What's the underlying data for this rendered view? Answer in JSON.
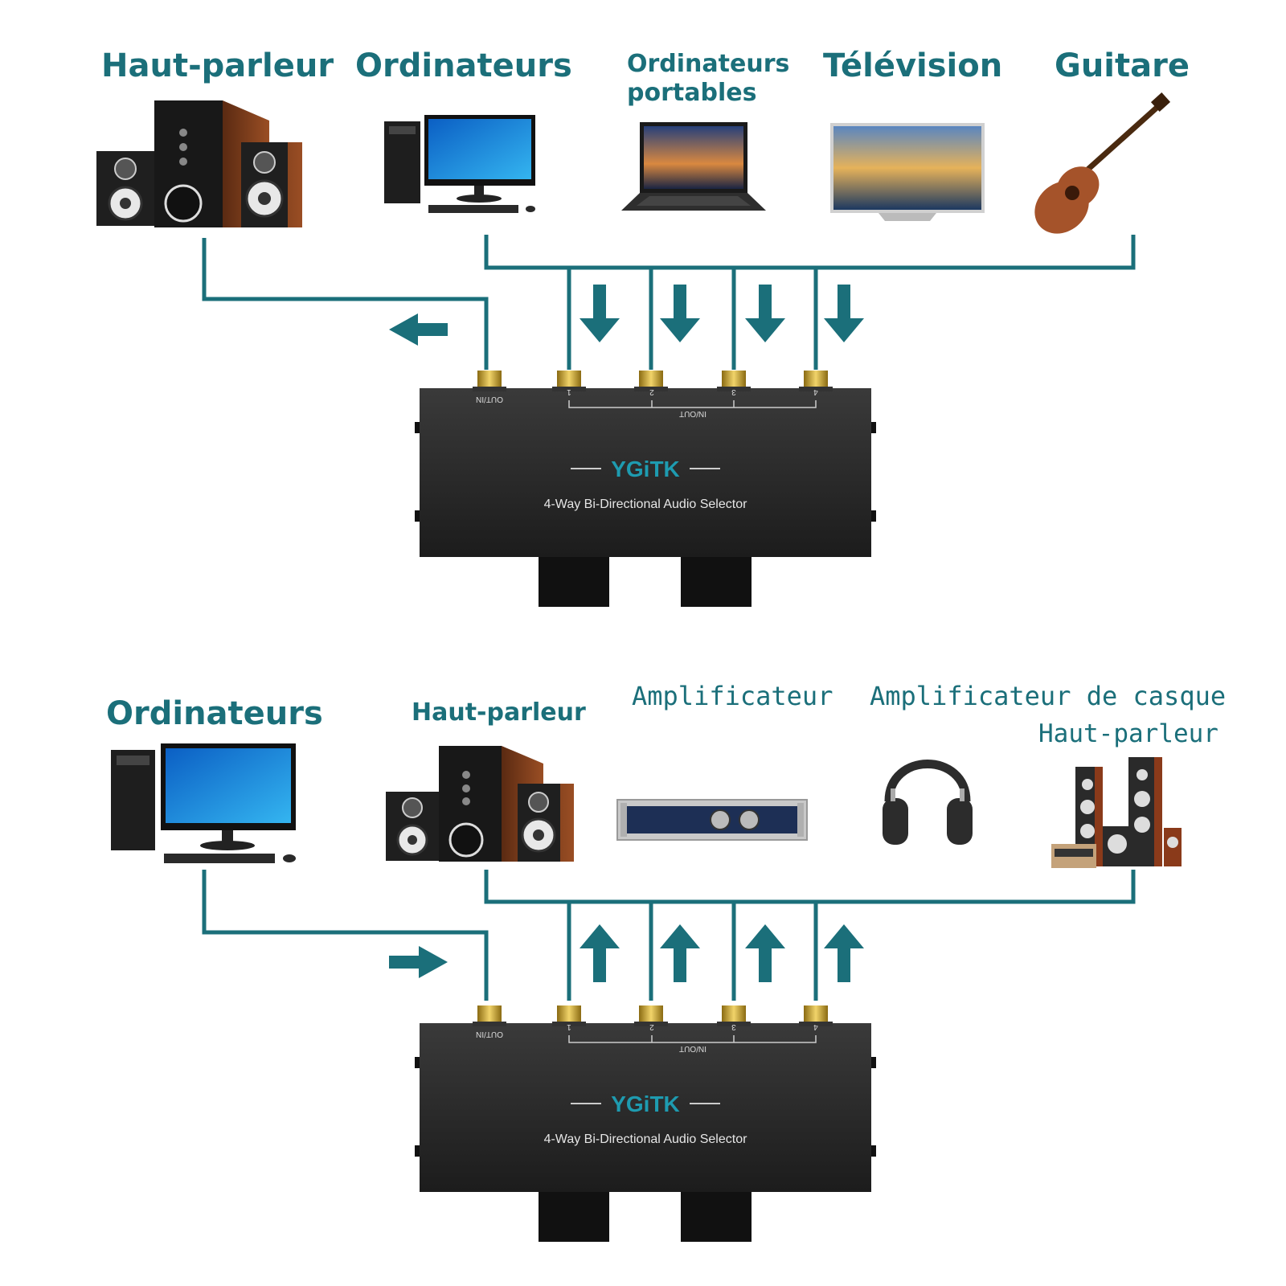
{
  "top_section": {
    "devices": [
      {
        "label": "Haut-parleur",
        "icon": "speaker-system-icon"
      },
      {
        "label": "Ordinateurs",
        "icon": "desktop-computer-icon"
      },
      {
        "label_line1": "Ordinateurs",
        "label_line2": "portables",
        "icon": "laptop-icon"
      },
      {
        "label": "Télévision",
        "icon": "television-icon"
      },
      {
        "label": "Guitare",
        "icon": "acoustic-guitar-icon"
      }
    ],
    "flow_direction": "inputs-to-out"
  },
  "bottom_section": {
    "devices": [
      {
        "label": "Ordinateurs",
        "icon": "desktop-computer-icon"
      },
      {
        "label": "Haut-parleur",
        "icon": "speaker-system-icon"
      },
      {
        "label": "Amplificateur",
        "icon": "amplifier-icon"
      },
      {
        "label": "Amplificateur de casque",
        "icon": "headphones-icon"
      },
      {
        "label": "Haut-parleur",
        "icon": "floor-speakers-icon"
      }
    ],
    "flow_direction": "in-to-outputs"
  },
  "selector": {
    "brand": "YGiTK",
    "model": "4-Way Bi-Directional Audio Selector",
    "port_out_in": "OUT/IN",
    "port_in_out": "IN/OUT",
    "port_numbers": [
      "1",
      "2",
      "3",
      "4"
    ]
  },
  "colors": {
    "accent": "#1b6f7a",
    "device_body": "#2b2b2b",
    "brand_teal": "#1e9bb0",
    "gold": "#c9a227"
  }
}
